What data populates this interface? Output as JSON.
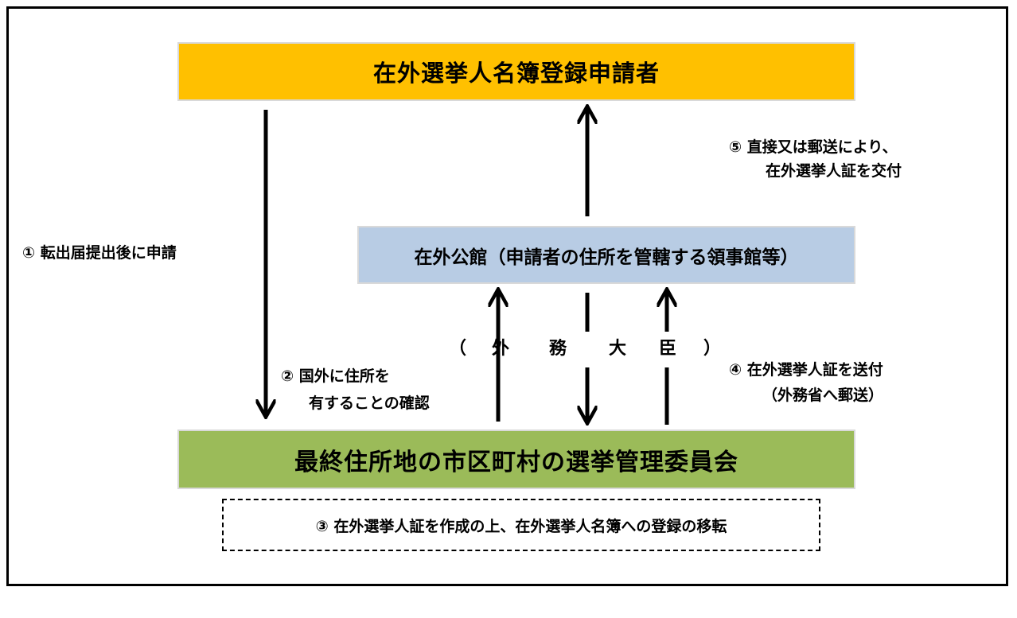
{
  "nodes": {
    "applicant": "在外選挙人名簿登録申請者",
    "consulate": "在外公館（申請者の住所を管轄する領事館等）",
    "committee": "最終住所地の市区町村の選挙管理委員会"
  },
  "steps": {
    "step1": "①  転出届提出後に申請",
    "step2_line1": "②  国外に住所を",
    "step2_line2": "有することの確認",
    "step3": "③  在外選挙人証を作成の上、在外選挙人名簿への登録の移転",
    "step4_line1": "④  在外選挙人証を送付",
    "step4_line2": "（外務省へ郵送）",
    "step5_line1": "⑤  直接又は郵送により、",
    "step5_line2": "在外選挙人証を交付"
  },
  "mofa": {
    "open": "（",
    "c1": "外",
    "c2": "務",
    "c3": "大",
    "c4": "臣",
    "close": "）"
  },
  "colors": {
    "applicant_fill": "#ffc000",
    "consulate_fill": "#b8cce4",
    "committee_fill": "#9bbb59",
    "arrow": "#000000"
  }
}
